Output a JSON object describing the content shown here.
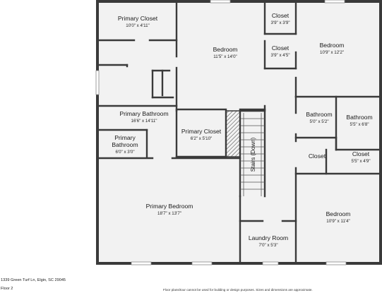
{
  "rooms": {
    "primary_closet_top": {
      "name": "Primary Closet",
      "dims": "10'0\" x 4'11\""
    },
    "bedroom_center": {
      "name": "Bedroom",
      "dims": "11'5\" x 14'0\""
    },
    "closet_top_small": {
      "name": "Closet",
      "dims": "3'9\" x 3'9\""
    },
    "closet_mid_small": {
      "name": "Closet",
      "dims": "3'9\" x 4'5\""
    },
    "bedroom_right": {
      "name": "Bedroom",
      "dims": "10'9\" x 12'2\""
    },
    "primary_bathroom": {
      "name": "Primary Bathroom",
      "dims": "16'6\" x 14'11\""
    },
    "primary_closet_mid": {
      "name": "Primary Closet",
      "dims": "6'2\" x 5'10\""
    },
    "bathroom_small": {
      "name": "Bathroom",
      "dims": "5'0\" x 5'2\""
    },
    "bathroom_right": {
      "name": "Bathroom",
      "dims": "5'5\" x 6'8\""
    },
    "primary_bathroom_small": {
      "name_line1": "Primary",
      "name_line2": "Bathroom",
      "dims": "6'0\" x 3'0\""
    },
    "closet_plain": {
      "name": "Closet"
    },
    "closet_right_small": {
      "name": "Closet",
      "dims": "5'5\" x 4'9\""
    },
    "stairs": {
      "name": "Stairs (Down)"
    },
    "primary_bedroom": {
      "name": "Primary Bedroom",
      "dims": "18'7\" x 13'7\""
    },
    "bedroom_bottom_right": {
      "name": "Bedroom",
      "dims": "10'9\" x 11'4\""
    },
    "laundry_room": {
      "name": "Laundry Room",
      "dims": "7'0\" x 5'3\""
    }
  },
  "footer": {
    "address": "1339 Green Turf Ln, Elgin, SC 29045",
    "floor": "Floor 2",
    "disclaimer": "Floor plans/tour cannot be used for building or design purposes. Sizes and dimensions are approximate."
  },
  "colors": {
    "wall": "#3a3a3a",
    "floor": "#f2f2f2",
    "window": "#ffffff",
    "background": "#ffffff"
  }
}
